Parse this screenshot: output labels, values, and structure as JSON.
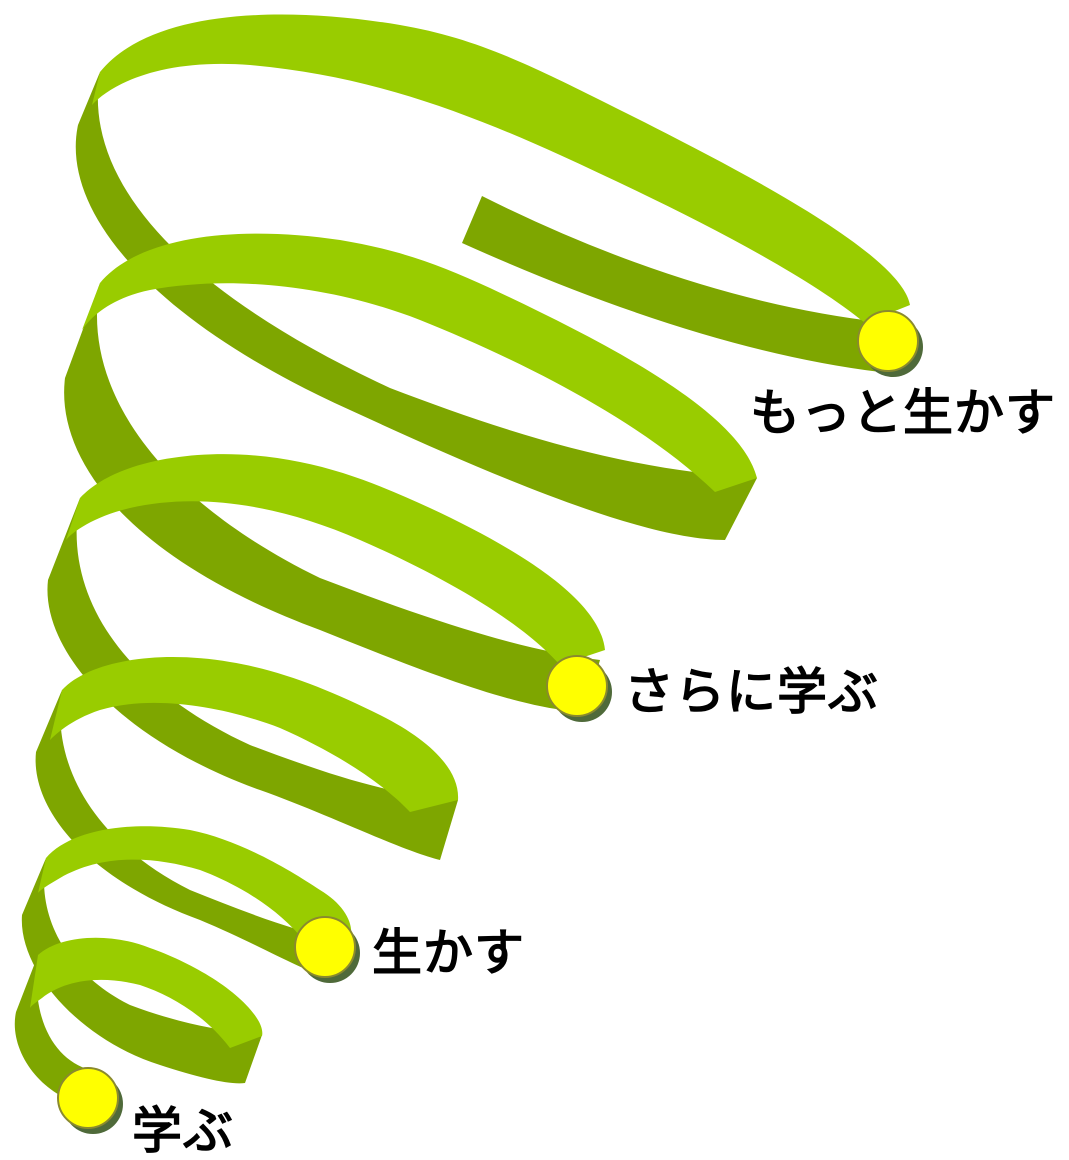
{
  "colors": {
    "ribbon_front": "#99cc00",
    "ribbon_back": "#7ea600",
    "marker_fill": "#ffff00",
    "marker_ring": "#8a8a2e",
    "marker_shadow": "#4f6a3a",
    "label_text": "#000000"
  },
  "stages": [
    {
      "label": "学ぶ"
    },
    {
      "label": "生かす"
    },
    {
      "label": "さらに学ぶ"
    },
    {
      "label": "もっと生かす"
    }
  ]
}
